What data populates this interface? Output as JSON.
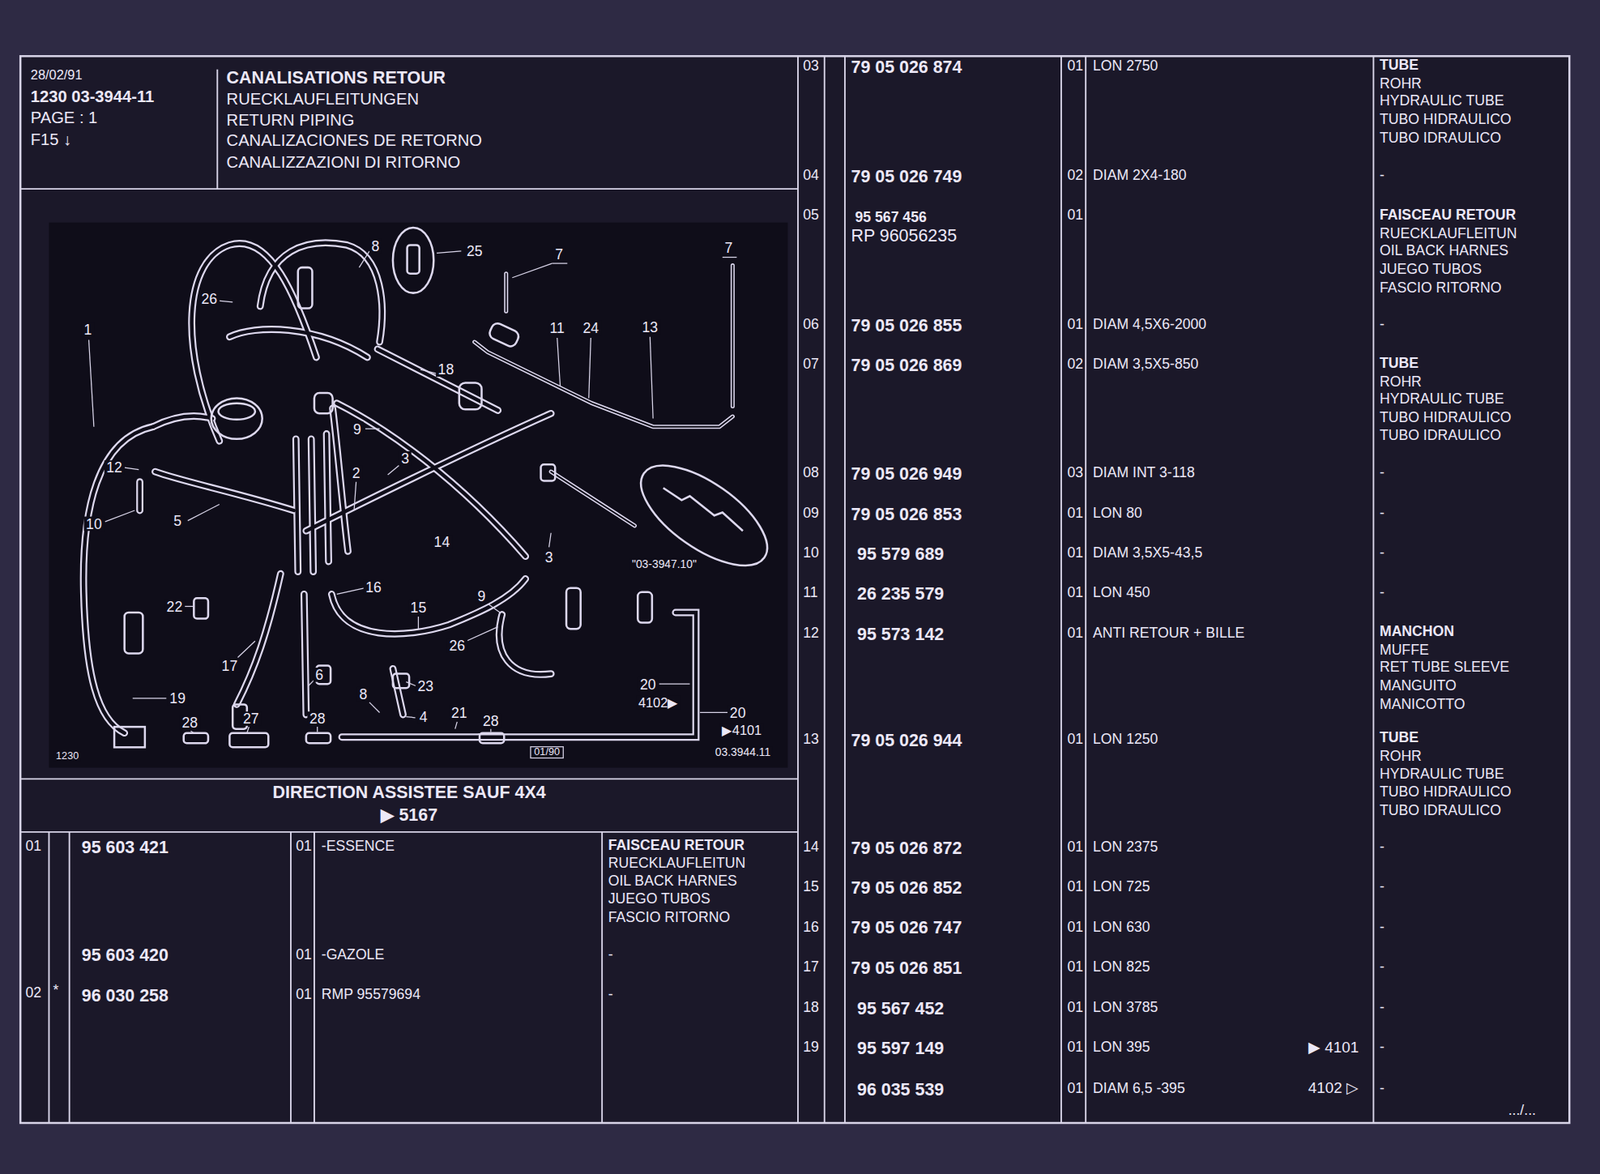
{
  "diagram": {
    "title": "CANALISATIONS RETOUR",
    "nodes": [
      {
        "text": [
          "28/02/91",
          "1230 03-3944-11",
          "PAGE : 1",
          "F15 ↓"
        ]
      },
      {
        "text": [
          "RUECKLAUFLEITUNGEN",
          "RETURN PIPING",
          "CANALIZACIONES DE RETORNO",
          "CANALIZZAZIONI DI RITORNO"
        ]
      },
      {
        "text": [
          "DIRECTION ASSISTEE SAUF 4X4",
          "▶ 5167"
        ]
      }
    ],
    "labels": [
      "1",
      "8",
      "25",
      "7",
      "7",
      "26",
      "11",
      "24",
      "13",
      "18",
      "9",
      "12",
      "3",
      "2",
      "10",
      "5",
      "14",
      "3",
      "\"03-3947.10\"",
      "16",
      "22",
      "9",
      "15",
      "26",
      "17",
      "6",
      "23",
      "20",
      "4102▶",
      "20",
      "▶4101",
      "19",
      "8",
      "4",
      "21",
      "28",
      "27",
      "28",
      "28",
      "1230",
      "01/90",
      "03.3944.11",
      "01",
      "95 603 421",
      "01",
      "-ESSENCE",
      "FAISCEAU RETOUR",
      "RUECKLAUFLEITUN",
      "OIL BACK HARNES",
      "JUEGO TUBOS",
      "FASCIO RITORNO",
      "95 603 420",
      "01",
      "-GAZOLE",
      "-",
      "02",
      "*",
      "96 030 258",
      "01",
      "RMP 95579694",
      "-",
      "03",
      "79 05 026 874",
      "01",
      "LON 2750",
      "TUBE",
      "ROHR",
      "HYDRAULIC TUBE",
      "TUBO HIDRAULICO",
      "TUBO IDRAULICO",
      "04",
      "79 05 026 749",
      "02",
      "DIAM 2X4-180",
      "-",
      "05",
      "95 567 456",
      "RP 96056235",
      "01",
      "FAISCEAU RETOUR",
      "RUECKLAUFLEITUN",
      "OIL BACK HARNES",
      "JUEGO TUBOS",
      "FASCIO RITORNO",
      "06",
      "79 05 026 855",
      "01",
      "DIAM 4,5X6-2000",
      "-",
      "07",
      "79 05 026 869",
      "02",
      "DIAM 3,5X5-850",
      "TUBE",
      "ROHR",
      "HYDRAULIC TUBE",
      "TUBO HIDRAULICO",
      "TUBO IDRAULICO",
      "08",
      "79 05 026 949",
      "03",
      "DIAM INT 3-118",
      "-",
      "09",
      "79 05 026 853",
      "01",
      "LON 80",
      "-",
      "10",
      "95 579 689",
      "01",
      "DIAM 3,5X5-43,5",
      "-",
      "11",
      "26 235 579",
      "01",
      "LON 450",
      "-",
      "12",
      "95 573 142",
      "01",
      "ANTI RETOUR + BILLE",
      "MANCHON",
      "MUFFE",
      "RET TUBE SLEEVE",
      "MANGUITO",
      "MANICOTTO",
      "13",
      "79 05 026 944",
      "01",
      "LON 1250",
      "TUBE",
      "ROHR",
      "HYDRAULIC TUBE",
      "TUBO HIDRAULICO",
      "TUBO IDRAULICO",
      "14",
      "79 05 026 872",
      "01",
      "LON 2375",
      "-",
      "15",
      "79 05 026 852",
      "01",
      "LON 725",
      "-",
      "16",
      "79 05 026 747",
      "01",
      "LON 630",
      "-",
      "17",
      "79 05 026 851",
      "01",
      "LON 825",
      "-",
      "18",
      "95 567 452",
      "01",
      "LON 3785",
      "-",
      "19",
      "95 597 149",
      "01",
      "LON 395",
      "▶ 4101",
      "-",
      "96 035 539",
      "01",
      "DIAM 6,5 -395",
      "4102 ▷",
      "-",
      ".../..."
    ]
  }
}
